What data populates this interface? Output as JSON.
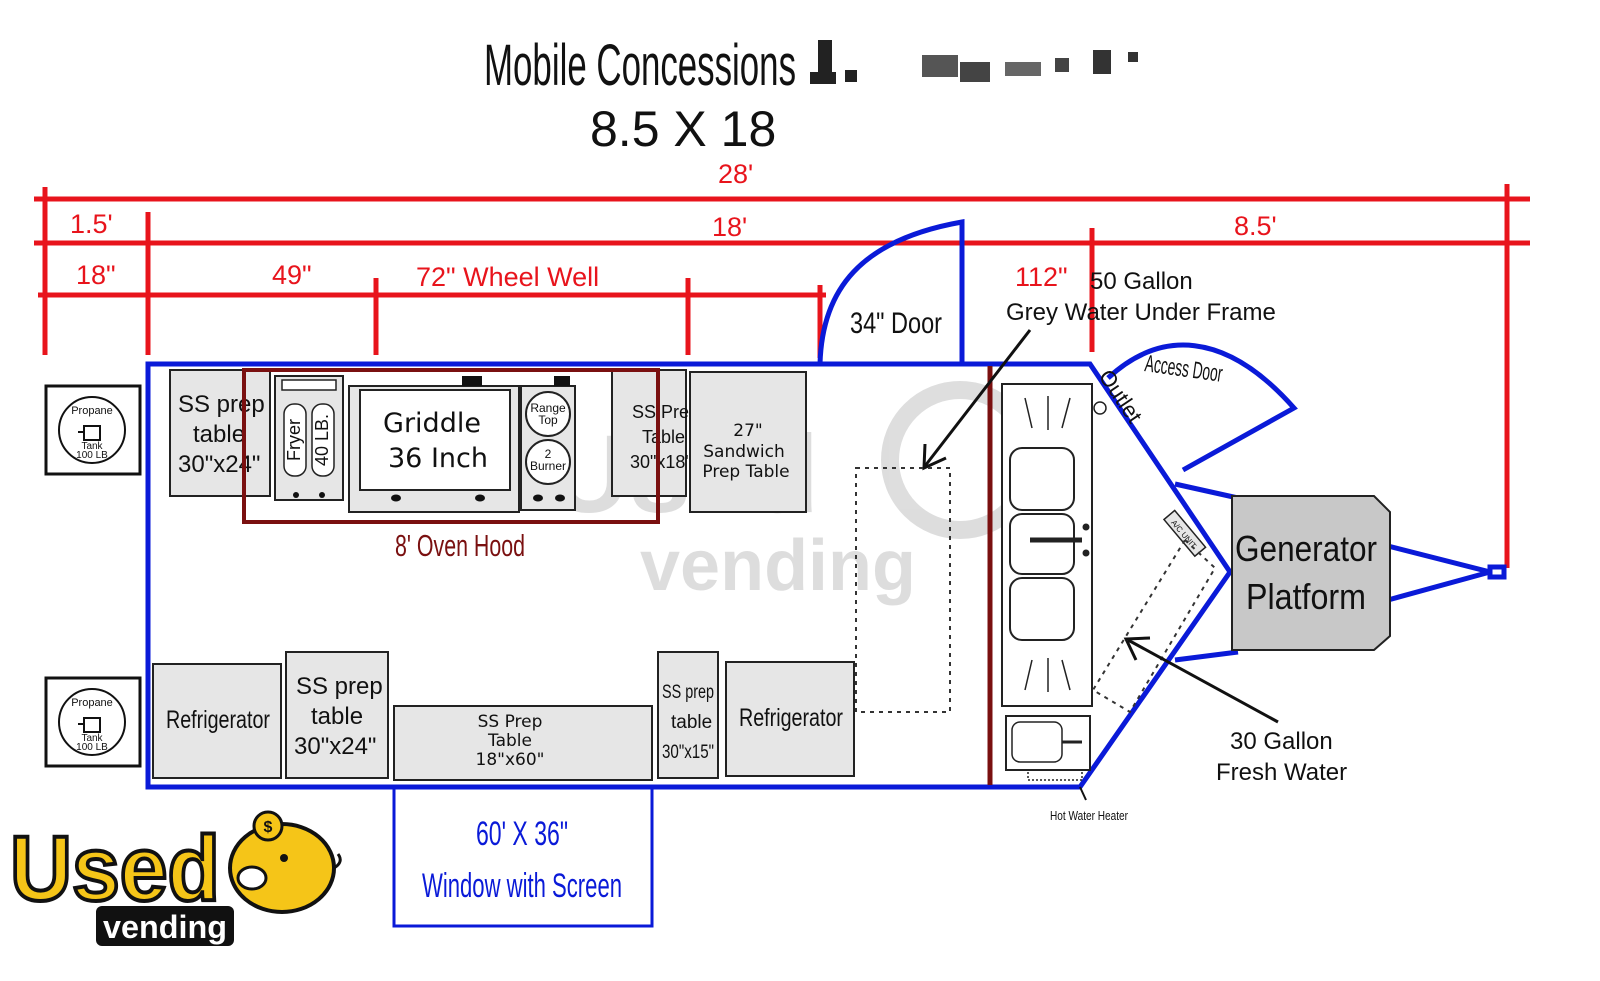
{
  "title": {
    "line1": "Mobile Concessions",
    "line2": "8.5 X 18"
  },
  "dimensions": {
    "overall": "28'",
    "tongue_offset": "1.5'",
    "box_length": "18'",
    "tongue_length": "8.5'",
    "front_inches": "18\"",
    "first_section": "49\"",
    "wheel_well": "72\" Wheel Well",
    "rear_section": "112\""
  },
  "labels": {
    "door": "34\" Door",
    "grey_water_line1": "50 Gallon",
    "grey_water_line2": "Grey Water Under Frame",
    "access_door": "Access Door",
    "outlet": "Outlet",
    "generator_line1": "Generator",
    "generator_line2": "Platform",
    "fresh_water_line1": "30 Gallon",
    "fresh_water_line2": "Fresh Water",
    "hot_water_heater": "Hot Water Heater",
    "oven_hood": "8' Oven Hood",
    "window_line1": "60' X 36\"",
    "window_line2": "Window with Screen",
    "ac_unit": "A/C UNIT"
  },
  "equipment": {
    "propane_top": {
      "line1": "Propane",
      "line2": "Tank",
      "line3": "100 LB"
    },
    "propane_bottom": {
      "line1": "Propane",
      "line2": "Tank",
      "line3": "100 LB"
    },
    "ss_prep_top_left": {
      "line1": "SS prep",
      "line2": "table",
      "line3": "30\"x24\""
    },
    "fryer": {
      "label1": "Fryer",
      "label2": "40 LB."
    },
    "griddle": {
      "line1": "Griddle",
      "line2": "36 Inch"
    },
    "range_top": {
      "line1": "Range",
      "line2": "Top"
    },
    "burner": {
      "line1": "2",
      "line2": "Burner"
    },
    "ss_prep_top_right": {
      "line1": "SS Prep",
      "line2": "Table",
      "line3": "30\"x18\""
    },
    "sandwich_prep": {
      "line1": "27\"",
      "line2": "Sandwich",
      "line3": "Prep Table"
    },
    "refrigerator_left": "Refrigerator",
    "ss_prep_bottom_left": {
      "line1": "SS prep",
      "line2": "table",
      "line3": "30\"x24\""
    },
    "ss_prep_long": {
      "line1": "SS Prep",
      "line2": "Table",
      "line3": "18\"x60\""
    },
    "ss_prep_bottom_small": {
      "line1": "SS prep",
      "line2": "table",
      "line3": "30\"x15\""
    },
    "refrigerator_right": "Refrigerator"
  },
  "watermark": {
    "line1": "Used",
    "line2": "vending"
  },
  "logo": {
    "word": "Used",
    "sub": "vending"
  },
  "colors": {
    "dimension_red": "#e8141c",
    "trailer_blue": "#0a1ad8",
    "hood_maroon": "#7a1010",
    "equipment_fill": "#e6e6e6",
    "logo_yellow": "#f5c518"
  }
}
